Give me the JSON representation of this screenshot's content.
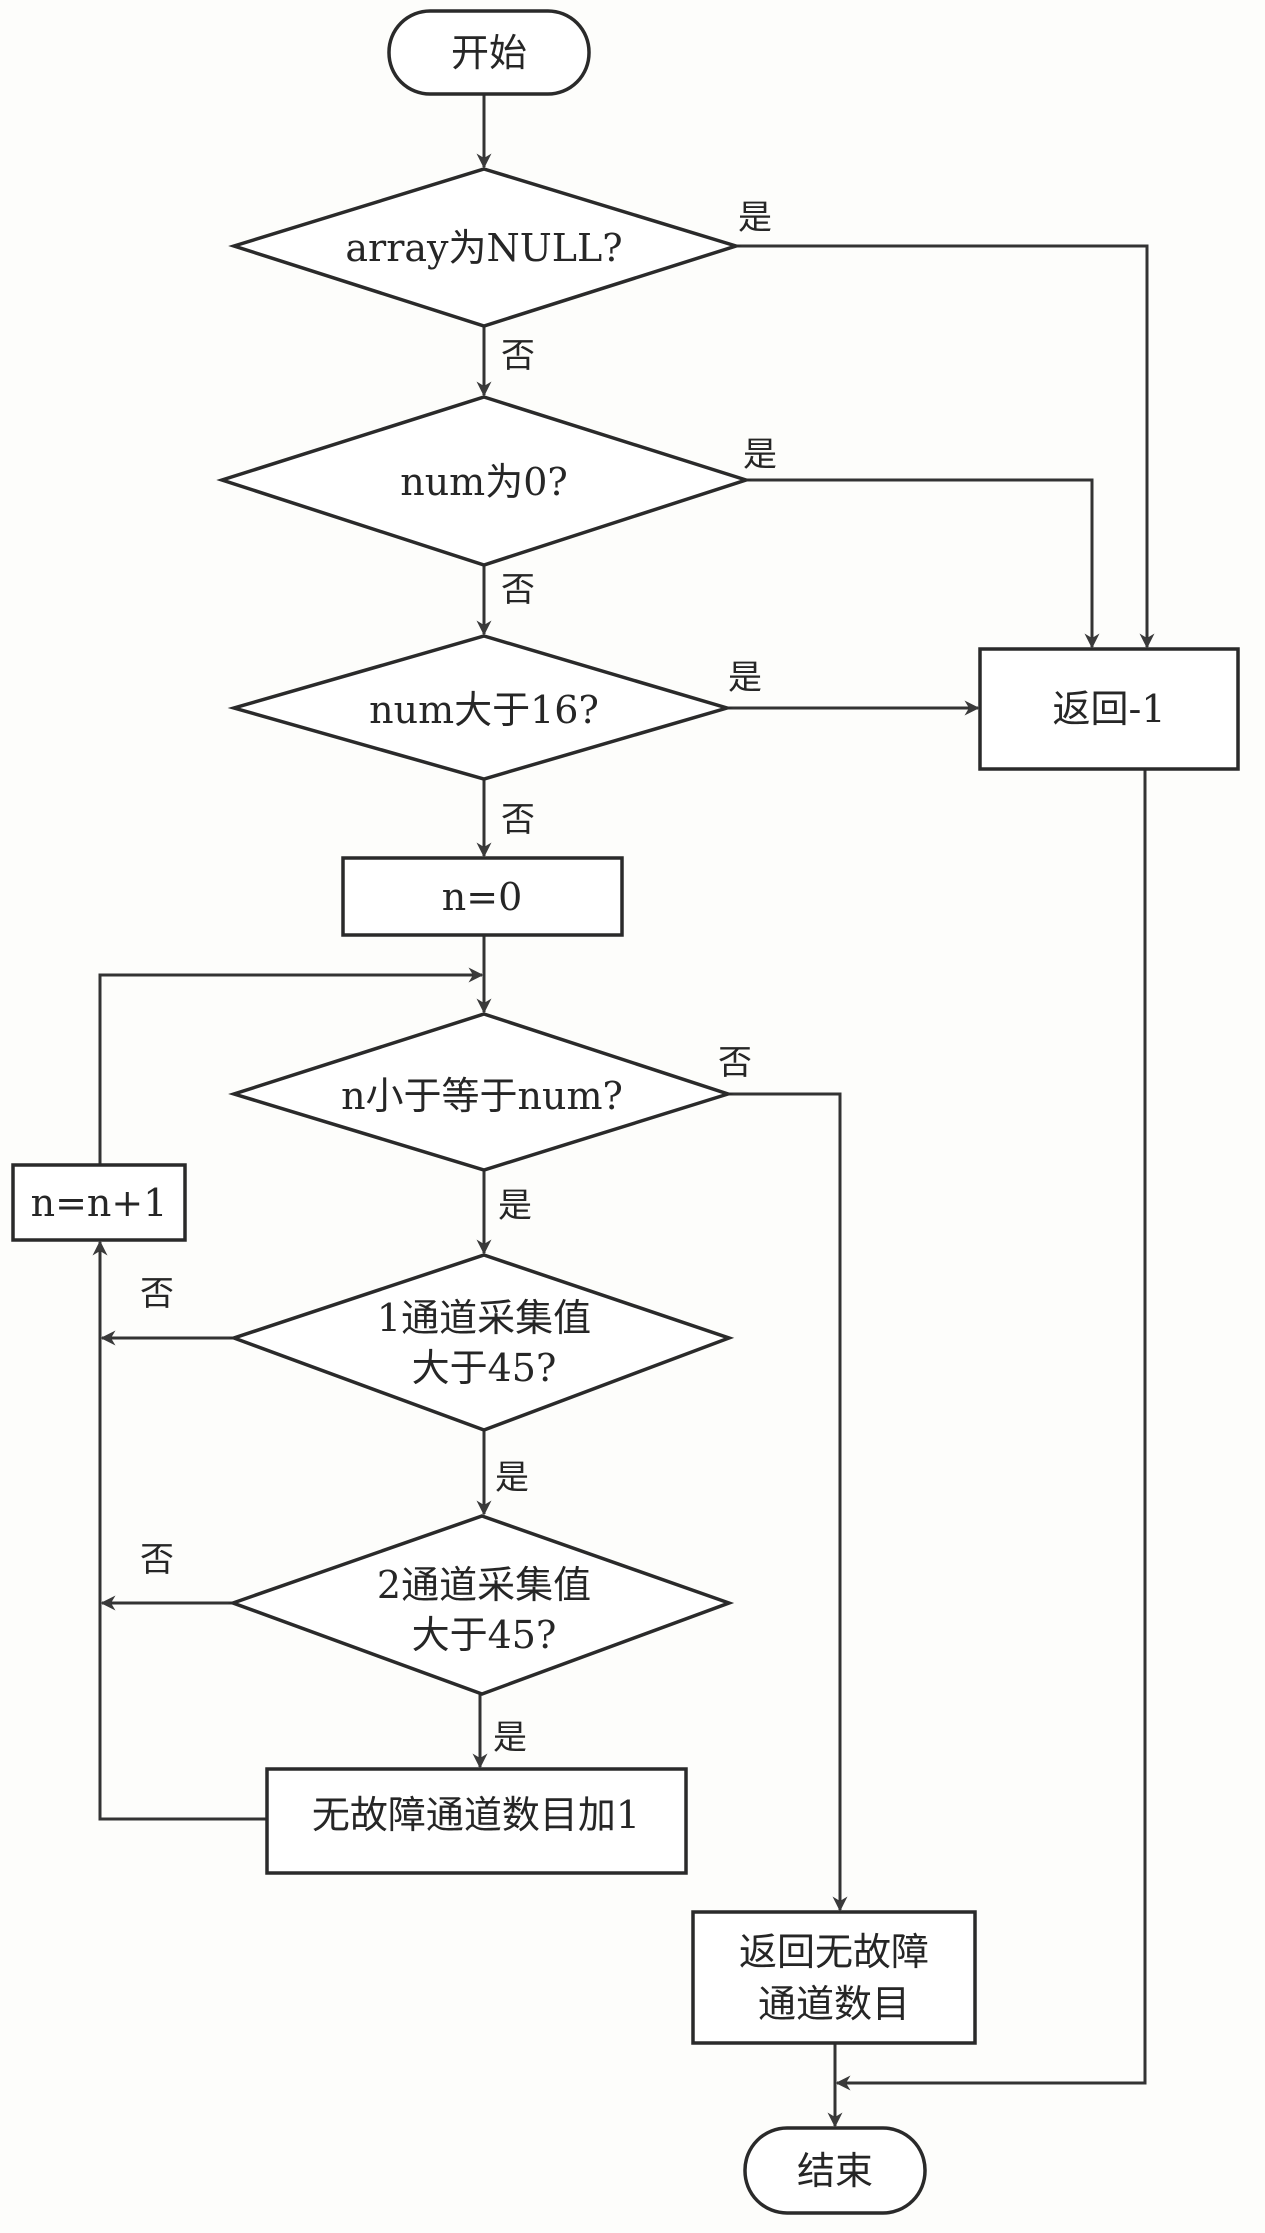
{
  "title": "Fault-free channel count flowchart",
  "nodes": {
    "start": "开始",
    "check_array_null": "array为NULL?",
    "check_num_zero": "num为0?",
    "check_num_gt16": "num大于16?",
    "return_neg1": "返回-1",
    "init_n": "n=0",
    "loop_condition": "n小于等于num?",
    "increment_n": "n=n+1",
    "check_ch1_line1": "1通道采集值",
    "check_ch1_line2": "大于45?",
    "check_ch2_line1": "2通道采集值",
    "check_ch2_line2": "大于45?",
    "increment_count": "无故障通道数目加1",
    "return_count_line1": "返回无故障",
    "return_count_line2": "通道数目",
    "end": "结束"
  },
  "edge_labels": {
    "d1_yes": "是",
    "d1_no": "否",
    "d2_yes": "是",
    "d2_no": "否",
    "d3_yes": "是",
    "d3_no": "否",
    "d4_no": "否",
    "d4_yes": "是",
    "d5_no": "否",
    "d5_yes": "是",
    "d6_no": "否",
    "d6_yes": "是"
  },
  "colors": {
    "line": "#333333",
    "text": "#262626",
    "background": "#fdfdfb"
  }
}
